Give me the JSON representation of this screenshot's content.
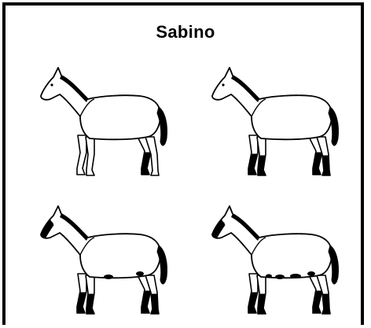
{
  "title": "Sabino",
  "colors": {
    "line": "#000000",
    "fill": "#ffffff"
  },
  "horses": [
    {
      "variant": "minimal",
      "dark_face": false,
      "dark_legs": [
        "hind-far"
      ]
    },
    {
      "variant": "stockings",
      "dark_face": false,
      "dark_legs": [
        "fore-near",
        "fore-far",
        "hind-near",
        "hind-far"
      ]
    },
    {
      "variant": "belly-spots",
      "dark_face": true,
      "dark_legs": [
        "fore-near",
        "fore-far",
        "hind-near",
        "hind-far"
      ]
    },
    {
      "variant": "extensive",
      "dark_face": true,
      "dark_legs": [
        "fore-near",
        "fore-far",
        "hind-near",
        "hind-far"
      ]
    }
  ]
}
